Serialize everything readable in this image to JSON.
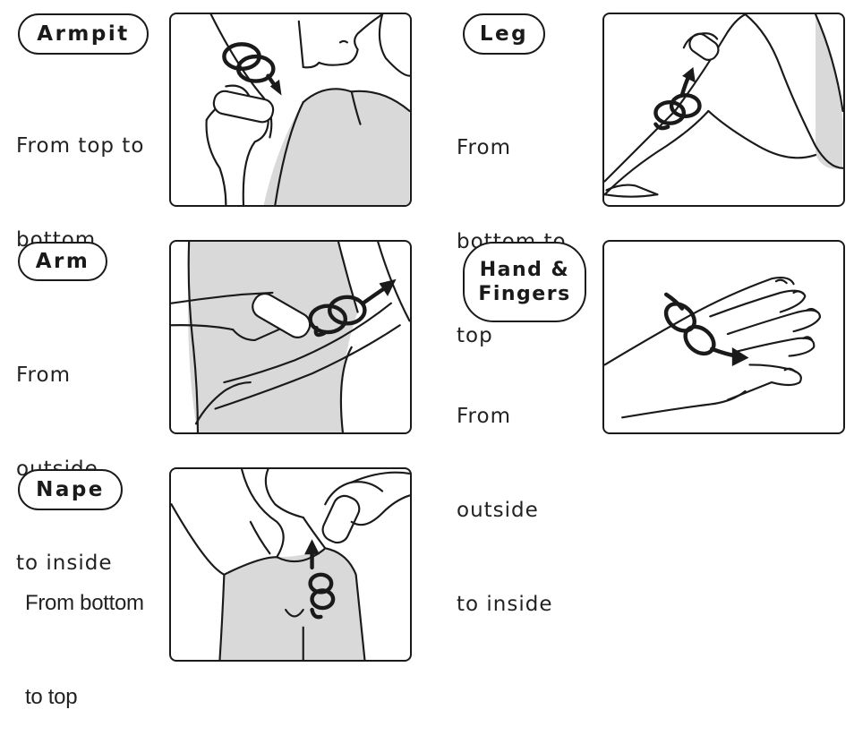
{
  "steps": [
    {
      "label": "Armpit",
      "instruction_lines": [
        "From top to",
        "bottom"
      ],
      "illustration": "armpit-application-illustration"
    },
    {
      "label": "Leg",
      "instruction_lines": [
        "From",
        "bottom to",
        "top"
      ],
      "illustration": "leg-application-illustration"
    },
    {
      "label": "Arm",
      "instruction_lines": [
        "From",
        "outside",
        "to inside"
      ],
      "illustration": "arm-application-illustration"
    },
    {
      "label_lines": [
        "Hand &",
        "Fingers"
      ],
      "instruction_lines": [
        "From",
        "outside",
        "to inside"
      ],
      "illustration": "hand-application-illustration"
    },
    {
      "label": "Nape",
      "instruction_lines": [
        "From bottom",
        "to top"
      ],
      "illustration": "nape-application-illustration"
    }
  ],
  "colors": {
    "line": "#1a1a1a",
    "shade": "#d9d9d9",
    "background": "#ffffff"
  }
}
